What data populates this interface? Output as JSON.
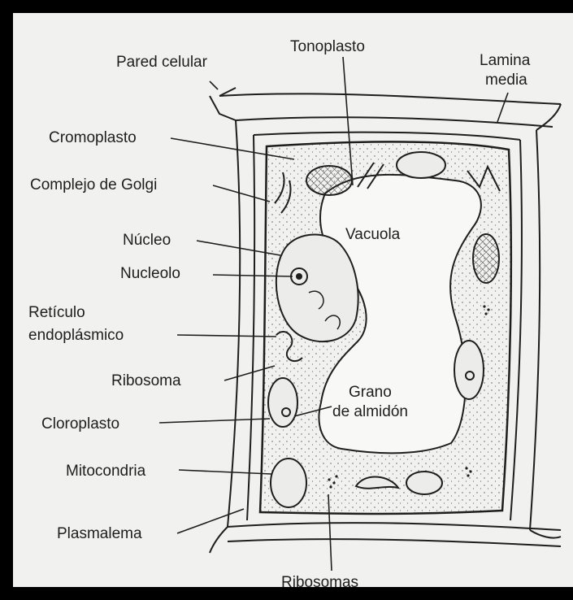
{
  "diagram": {
    "labels": {
      "pared_celular": "Pared celular",
      "tonoplasto": "Tonoplasto",
      "lamina_media_1": "Lamina",
      "lamina_media_2": "media",
      "cromoplasto": "Cromoplasto",
      "complejo_golgi": "Complejo de Golgi",
      "nucleo": "Núcleo",
      "nucleolo": "Nucleolo",
      "vacuola": "Vacuola",
      "reticulo_1": "Retículo",
      "reticulo_2": "endoplásmico",
      "ribosoma": "Ribosoma",
      "grano_1": "Grano",
      "grano_2": "de almidón",
      "cloroplasto": "Cloroplasto",
      "mitocondria": "Mitocondria",
      "plasmalema": "Plasmalema",
      "ribosomas": "Ribosomas"
    },
    "colors": {
      "ink": "#1e1e1e",
      "paper": "#f1f1ef",
      "cytoplasm": "#e9e9e6",
      "vacuole": "#f8f8f7"
    }
  }
}
